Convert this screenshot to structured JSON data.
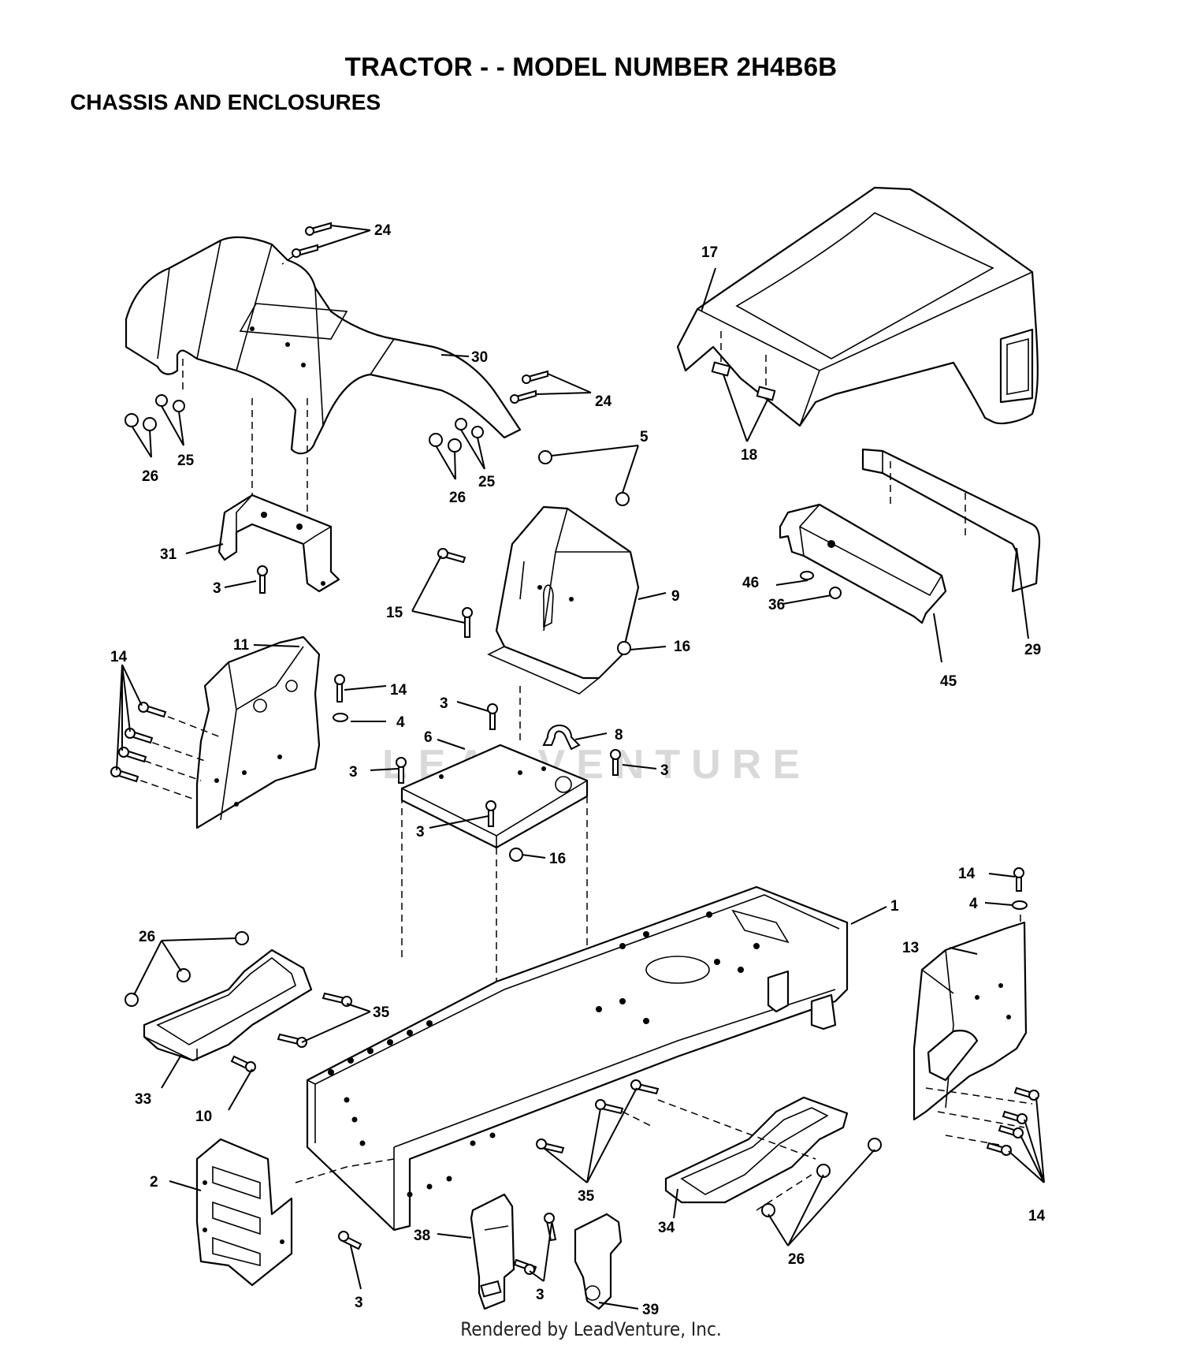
{
  "header": {
    "title": "TRACTOR - - MODEL NUMBER 2H4B6B",
    "subtitle": "CHASSIS AND ENCLOSURES"
  },
  "watermark": "LEADVENTURE",
  "footer": "Rendered by LeadVenture, Inc.",
  "callouts": {
    "c1": "1",
    "c2": "2",
    "c3a": "3",
    "c3b": "3",
    "c3c": "3",
    "c3d": "3",
    "c3e": "3",
    "c3f": "3",
    "c3g": "3",
    "c4a": "4",
    "c4b": "4",
    "c5": "5",
    "c6": "6",
    "c8": "8",
    "c9": "9",
    "c10": "10",
    "c11": "11",
    "c13": "13",
    "c14a": "14",
    "c14b": "14",
    "c14c": "14",
    "c14d": "14",
    "c15": "15",
    "c16a": "16",
    "c16b": "16",
    "c17": "17",
    "c18": "18",
    "c24a": "24",
    "c24b": "24",
    "c25a": "25",
    "c25b": "25",
    "c26a": "26",
    "c26b": "26",
    "c26c": "26",
    "c26d": "26",
    "c29": "29",
    "c30": "30",
    "c31": "31",
    "c33": "33",
    "c34": "34",
    "c35a": "35",
    "c35b": "35",
    "c36": "36",
    "c38": "38",
    "c39": "39",
    "c45": "45",
    "c46": "46"
  }
}
